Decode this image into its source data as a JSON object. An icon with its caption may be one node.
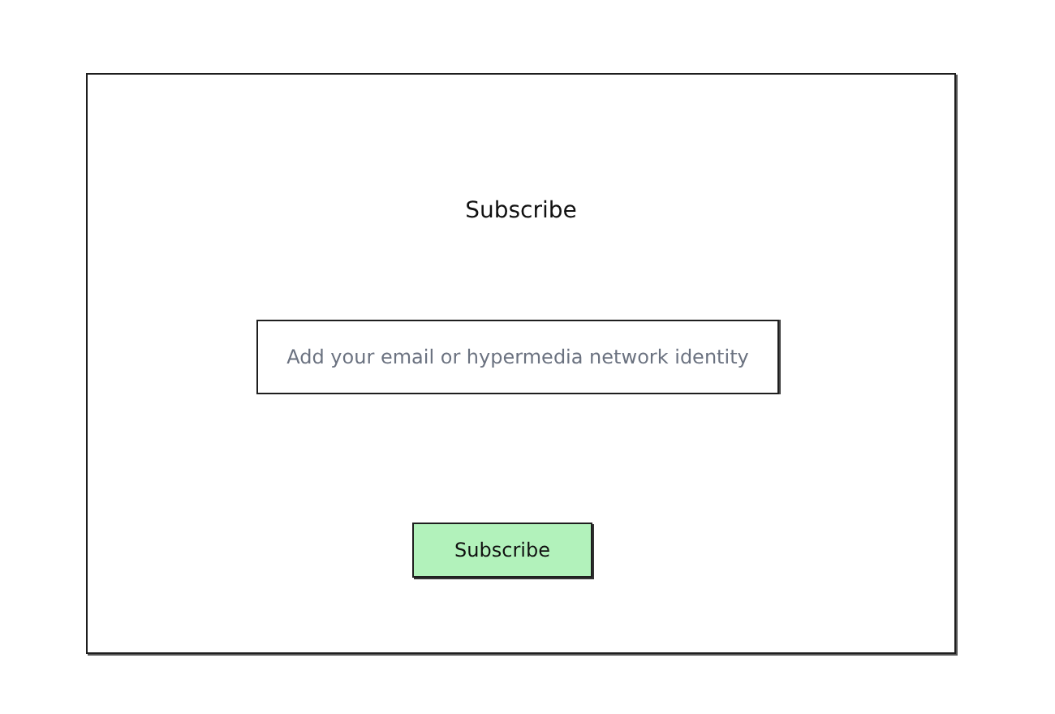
{
  "diagram": {
    "nodes": [
      {
        "text": [
          "Subscribe"
        ]
      },
      {
        "text": [
          "Add your email or hypermedia network identity"
        ],
        "in": 0
      },
      {
        "text": [
          "Subscribe"
        ],
        "in": 0
      }
    ]
  }
}
